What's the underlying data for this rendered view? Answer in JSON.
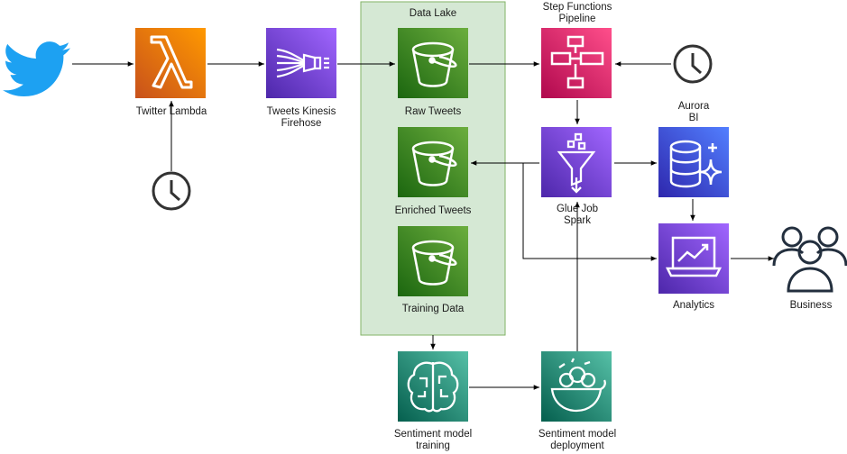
{
  "data_lake": {
    "title": "Data Lake"
  },
  "nodes": {
    "twitter_lambda": {
      "label": "Twitter Lambda",
      "color": "#ED7100"
    },
    "kinesis_firehose": {
      "line1": "Tweets Kinesis",
      "line2": "Firehose",
      "color": "#8C4FFF"
    },
    "raw_tweets": {
      "label": "Raw Tweets",
      "color": "#3F8624"
    },
    "enriched_tweets": {
      "label": "Enriched Tweets",
      "color": "#3F8624"
    },
    "training_data": {
      "label": "Training Data",
      "color": "#3F8624"
    },
    "step_functions": {
      "line1": "Step Functions",
      "line2": "Pipeline",
      "color": "#E7157B"
    },
    "glue_job": {
      "line1": "Glue Job",
      "line2": "Spark",
      "color": "#8C4FFF"
    },
    "aurora": {
      "line1": "Aurora",
      "line2": "BI",
      "color": "#4D27AA"
    },
    "analytics": {
      "label": "Analytics",
      "color": "#8C4FFF"
    },
    "business": {
      "label": "Business"
    },
    "sentiment_training": {
      "line1": "Sentiment model",
      "line2": "training",
      "color": "#01A88D"
    },
    "sentiment_deployment": {
      "line1": "Sentiment model",
      "line2": "deployment",
      "color": "#01A88D"
    }
  },
  "icons": [
    "twitter-bird-icon",
    "clock-icon",
    "lambda-icon",
    "firehose-icon",
    "s3-bucket-icon",
    "step-functions-icon",
    "glue-icon",
    "aurora-icon",
    "analytics-icon",
    "users-icon",
    "sagemaker-icon"
  ],
  "colors": {
    "lake_fill": "#d5e8d4",
    "lake_border": "#82b366",
    "twitter_blue": "#1DA1F2",
    "edge": "#000000"
  }
}
